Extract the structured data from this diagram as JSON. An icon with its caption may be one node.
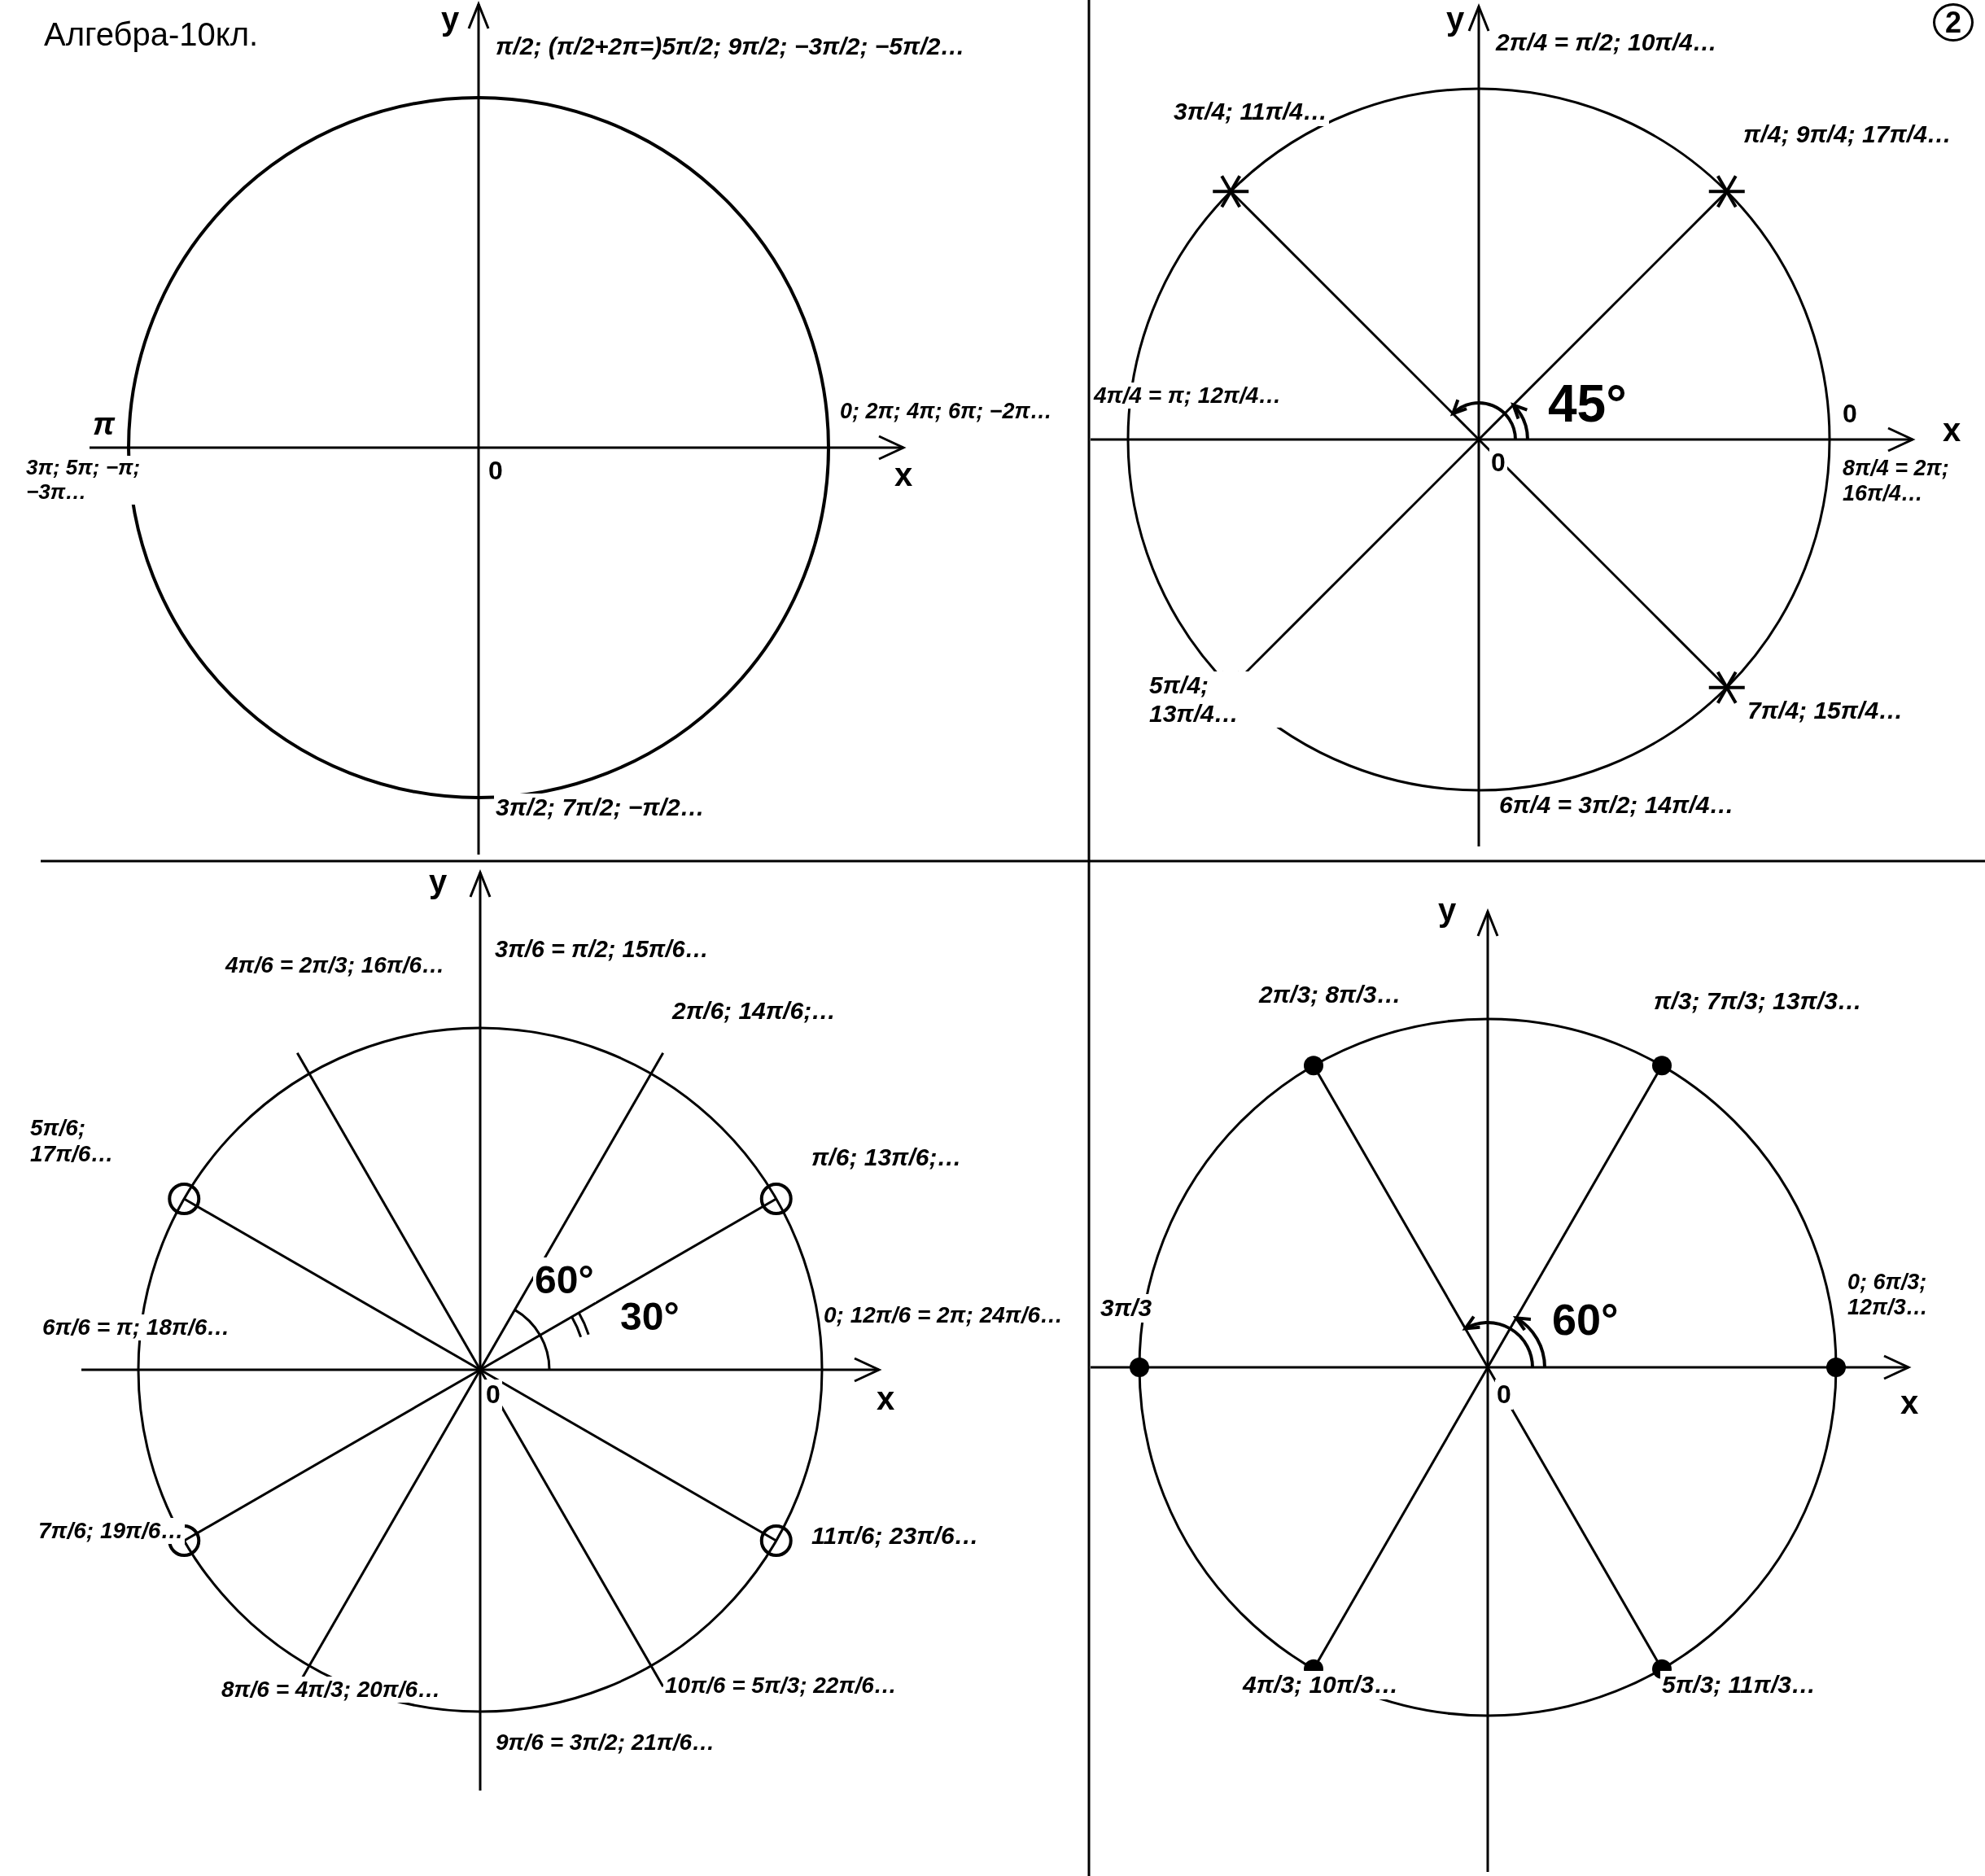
{
  "diagram": {
    "title": "Алгебра-10кл.",
    "labels": [
      "y",
      "π/2; (π/2+2π=)5π/2; 9π/2; −3π/2; −5π/2…",
      "π",
      "3π; 5π; −π; −3π…",
      "0",
      "x",
      "0; 2π; 4π; 6π; −2π…",
      "3π/2; 7π/2; −π/2…",
      "y",
      "2π/4 = π/2; 10π/4…",
      "2",
      "3π/4; 11π/4…",
      "π/4; 9π/4; 17π/4…",
      "4π/4 = π; 12π/4…",
      "45°",
      "0",
      "0",
      "x",
      "8π/4 = 2π; 16π/4…",
      "5π/4; 13π/4…",
      "7π/4; 15π/4…",
      "6π/4 = 3π/2; 14π/4…",
      "y",
      "4π/6 = 2π/3; 16π/6…",
      "3π/6 = π/2; 15π/6…",
      "2π/6; 14π/6;…",
      "5π/6; 17π/6…",
      "π/6; 13π/6;…",
      "60°",
      "30°",
      "6π/6 = π; 18π/6…",
      "0; 12π/6 = 2π; 24π/6…",
      "0",
      "x",
      "7π/6; 19π/6…",
      "11π/6; 23π/6…",
      "8π/6 = 4π/3; 20π/6…",
      "10π/6 = 5π/3; 22π/6…",
      "9π/6 = 3π/2; 21π/6…",
      "y",
      "2π/3; 8π/3…",
      "π/3; 7π/3; 13π/3…",
      "60°",
      "3π/3",
      "0; 6π/3; 12π/3…",
      "0",
      "x",
      "4π/3; 10π/3…",
      "5π/3; 11π/3…"
    ]
  }
}
